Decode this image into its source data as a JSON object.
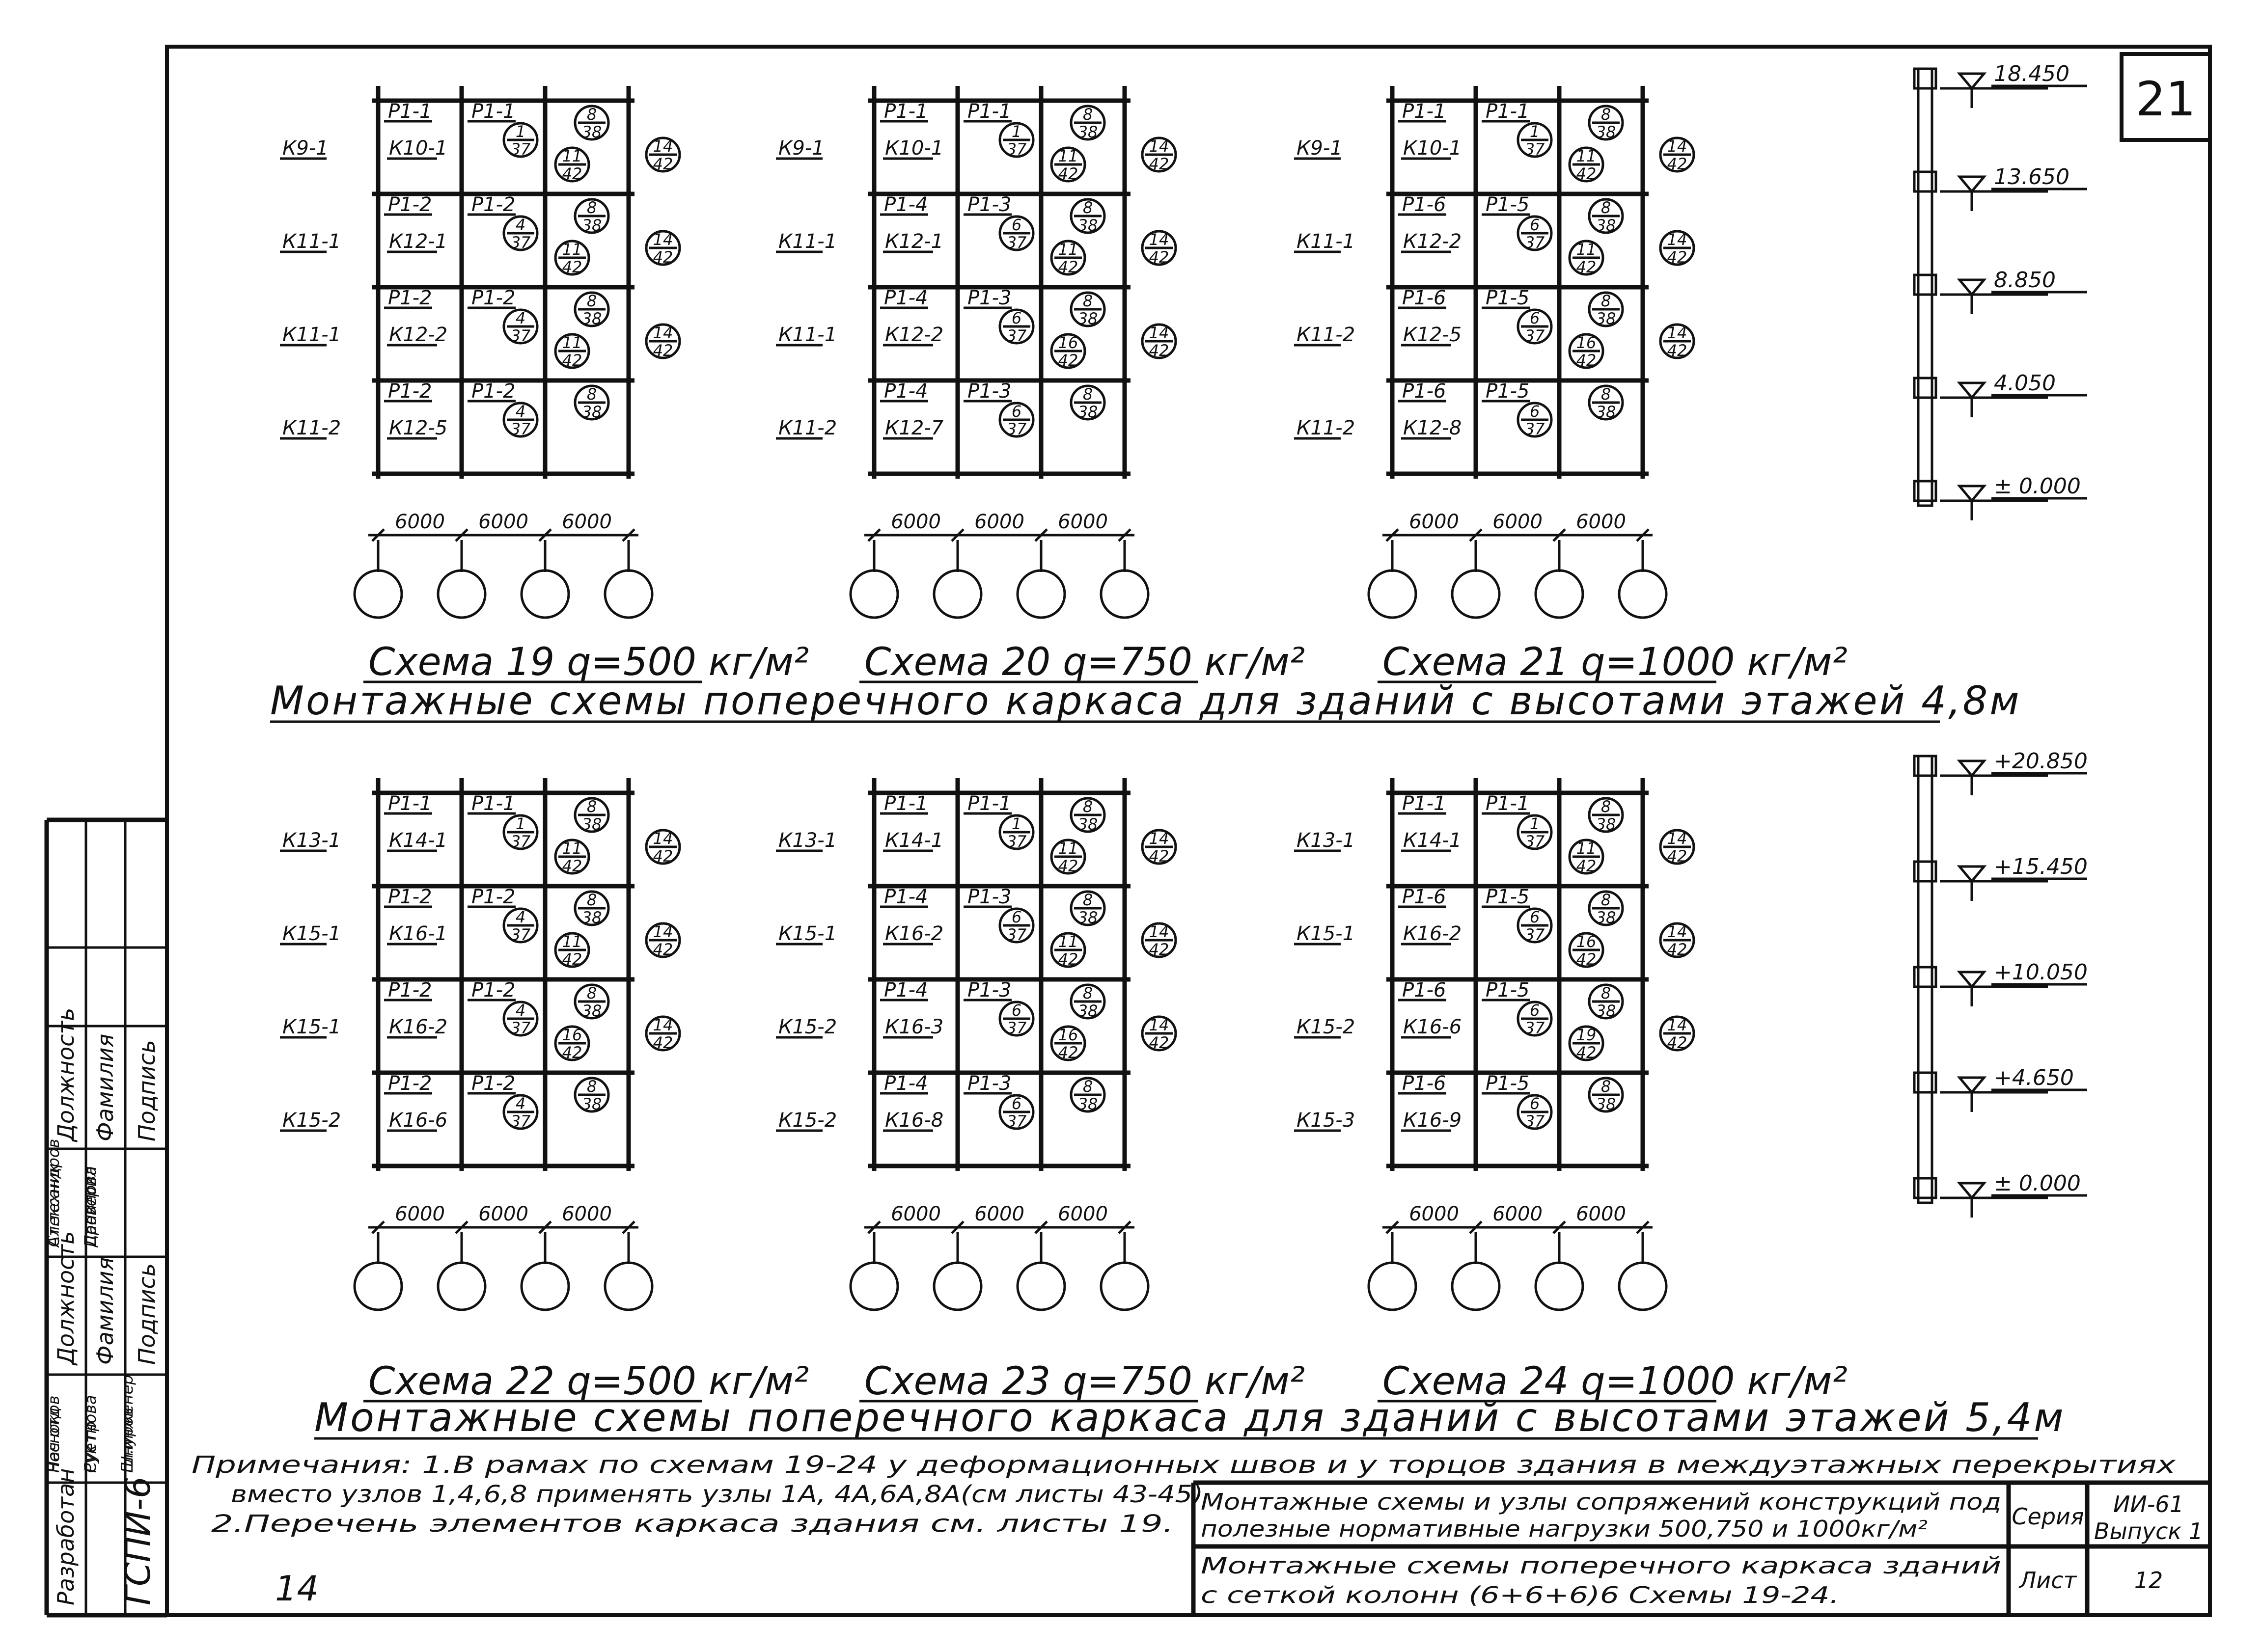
{
  "sheet_number": "21",
  "schemes": [
    {
      "id": "s19",
      "caption": "Схема 19 q=500 кг/м²",
      "columns": [
        "К9-1",
        "К11-1",
        "К11-1",
        "К11-2"
      ],
      "mid_columns": [
        "К10-1",
        "К12-1",
        "К12-2",
        "К12-5"
      ],
      "beams": [
        [
          "Р1-1",
          "Р1-1"
        ],
        [
          "Р1-2",
          "Р1-2"
        ],
        [
          "Р1-2",
          "Р1-2"
        ],
        [
          "Р1-2",
          "Р1-2"
        ]
      ],
      "nodes": [
        [
          [
            "1",
            "37"
          ],
          [
            "8",
            "38"
          ],
          [
            "11",
            "42"
          ],
          [
            "14",
            "42"
          ]
        ],
        [
          [
            "4",
            "37"
          ],
          [
            "8",
            "38"
          ],
          [
            "11",
            "42"
          ],
          [
            "14",
            "42"
          ]
        ],
        [
          [
            "4",
            "37"
          ],
          [
            "8",
            "38"
          ],
          [
            "11",
            "42"
          ],
          [
            "14",
            "42"
          ]
        ],
        [
          [
            "4",
            "37"
          ],
          [
            "8",
            "38"
          ]
        ]
      ],
      "spans": [
        "6000",
        "6000",
        "6000"
      ]
    },
    {
      "id": "s20",
      "caption": "Схема 20 q=750 кг/м²",
      "columns": [
        "К9-1",
        "К11-1",
        "К11-1",
        "К11-2"
      ],
      "mid_columns": [
        "К10-1",
        "К12-1",
        "К12-2",
        "К12-7"
      ],
      "beams": [
        [
          "Р1-1",
          "Р1-1"
        ],
        [
          "Р1-4",
          "Р1-3"
        ],
        [
          "Р1-4",
          "Р1-3"
        ],
        [
          "Р1-4",
          "Р1-3"
        ]
      ],
      "nodes": [
        [
          [
            "1",
            "37"
          ],
          [
            "8",
            "38"
          ],
          [
            "11",
            "42"
          ],
          [
            "14",
            "42"
          ]
        ],
        [
          [
            "6",
            "37"
          ],
          [
            "8",
            "38"
          ],
          [
            "11",
            "42"
          ],
          [
            "14",
            "42"
          ]
        ],
        [
          [
            "6",
            "37"
          ],
          [
            "8",
            "38"
          ],
          [
            "16",
            "42"
          ],
          [
            "14",
            "42"
          ]
        ],
        [
          [
            "6",
            "37"
          ],
          [
            "8",
            "38"
          ]
        ]
      ],
      "spans": [
        "6000",
        "6000",
        "6000"
      ]
    },
    {
      "id": "s21",
      "caption": "Схема 21 q=1000 кг/м²",
      "columns": [
        "К9-1",
        "К11-1",
        "К11-2",
        "К11-2"
      ],
      "mid_columns": [
        "К10-1",
        "К12-2",
        "К12-5",
        "К12-8"
      ],
      "beams": [
        [
          "Р1-1",
          "Р1-1"
        ],
        [
          "Р1-6",
          "Р1-5"
        ],
        [
          "Р1-6",
          "Р1-5"
        ],
        [
          "Р1-6",
          "Р1-5"
        ]
      ],
      "nodes": [
        [
          [
            "1",
            "37"
          ],
          [
            "8",
            "38"
          ],
          [
            "11",
            "42"
          ],
          [
            "14",
            "42"
          ]
        ],
        [
          [
            "6",
            "37"
          ],
          [
            "8",
            "38"
          ],
          [
            "11",
            "42"
          ],
          [
            "14",
            "42"
          ]
        ],
        [
          [
            "6",
            "37"
          ],
          [
            "8",
            "38"
          ],
          [
            "16",
            "42"
          ],
          [
            "14",
            "42"
          ]
        ],
        [
          [
            "6",
            "37"
          ],
          [
            "8",
            "38"
          ]
        ]
      ],
      "spans": [
        "6000",
        "6000",
        "6000"
      ]
    },
    {
      "id": "s22",
      "caption": "Схема 22 q=500 кг/м²",
      "columns": [
        "К13-1",
        "К15-1",
        "К15-1",
        "К15-2"
      ],
      "mid_columns": [
        "К14-1",
        "К16-1",
        "К16-2",
        "К16-6"
      ],
      "beams": [
        [
          "Р1-1",
          "Р1-1"
        ],
        [
          "Р1-2",
          "Р1-2"
        ],
        [
          "Р1-2",
          "Р1-2"
        ],
        [
          "Р1-2",
          "Р1-2"
        ]
      ],
      "nodes": [
        [
          [
            "1",
            "37"
          ],
          [
            "8",
            "38"
          ],
          [
            "11",
            "42"
          ],
          [
            "14",
            "42"
          ]
        ],
        [
          [
            "4",
            "37"
          ],
          [
            "8",
            "38"
          ],
          [
            "11",
            "42"
          ],
          [
            "14",
            "42"
          ]
        ],
        [
          [
            "4",
            "37"
          ],
          [
            "8",
            "38"
          ],
          [
            "16",
            "42"
          ],
          [
            "14",
            "42"
          ]
        ],
        [
          [
            "4",
            "37"
          ],
          [
            "8",
            "38"
          ]
        ]
      ],
      "spans": [
        "6000",
        "6000",
        "6000"
      ]
    },
    {
      "id": "s23",
      "caption": "Схема 23 q=750 кг/м²",
      "columns": [
        "К13-1",
        "К15-1",
        "К15-2",
        "К15-2"
      ],
      "mid_columns": [
        "К14-1",
        "К16-2",
        "К16-3",
        "К16-8"
      ],
      "beams": [
        [
          "Р1-1",
          "Р1-1"
        ],
        [
          "Р1-4",
          "Р1-3"
        ],
        [
          "Р1-4",
          "Р1-3"
        ],
        [
          "Р1-4",
          "Р1-3"
        ]
      ],
      "nodes": [
        [
          [
            "1",
            "37"
          ],
          [
            "8",
            "38"
          ],
          [
            "11",
            "42"
          ],
          [
            "14",
            "42"
          ]
        ],
        [
          [
            "6",
            "37"
          ],
          [
            "8",
            "38"
          ],
          [
            "11",
            "42"
          ],
          [
            "14",
            "42"
          ]
        ],
        [
          [
            "6",
            "37"
          ],
          [
            "8",
            "38"
          ],
          [
            "16",
            "42"
          ],
          [
            "14",
            "42"
          ]
        ],
        [
          [
            "6",
            "37"
          ],
          [
            "8",
            "38"
          ]
        ]
      ],
      "spans": [
        "6000",
        "6000",
        "6000"
      ]
    },
    {
      "id": "s24",
      "caption": "Схема 24 q=1000 кг/м²",
      "columns": [
        "К13-1",
        "К15-1",
        "К15-2",
        "К15-3"
      ],
      "mid_columns": [
        "К14-1",
        "К16-2",
        "К16-6",
        "К16-9"
      ],
      "beams": [
        [
          "Р1-1",
          "Р1-1"
        ],
        [
          "Р1-6",
          "Р1-5"
        ],
        [
          "Р1-6",
          "Р1-5"
        ],
        [
          "Р1-6",
          "Р1-5"
        ]
      ],
      "nodes": [
        [
          [
            "1",
            "37"
          ],
          [
            "8",
            "38"
          ],
          [
            "11",
            "42"
          ],
          [
            "14",
            "42"
          ]
        ],
        [
          [
            "6",
            "37"
          ],
          [
            "8",
            "38"
          ],
          [
            "16",
            "42"
          ],
          [
            "14",
            "42"
          ]
        ],
        [
          [
            "6",
            "37"
          ],
          [
            "8",
            "38"
          ],
          [
            "19",
            "42"
          ],
          [
            "14",
            "42"
          ]
        ],
        [
          [
            "6",
            "37"
          ],
          [
            "8",
            "38"
          ]
        ]
      ],
      "spans": [
        "6000",
        "6000",
        "6000"
      ]
    }
  ],
  "section_titles": {
    "upper": "Монтажные схемы поперечного каркаса для зданий с высотами этажей 4,8м",
    "lower": "Монтажные схемы поперечного каркаса для зданий с высотами этажей 5,4м"
  },
  "elevations_upper": [
    "18.450",
    "13.650",
    "8.850",
    "4.050",
    "± 0.000"
  ],
  "elevations_lower": [
    "+20.850",
    "+15.450",
    "+10.050",
    "+4.650",
    "± 0.000"
  ],
  "notes": {
    "line1": "Примечания: 1.В рамах по схемам 19-24 у деформационных швов и у торцов здания в междуэтажных перекрытиях",
    "line2": "вместо узлов 1,4,6,8 применять узлы 1А, 4А,6А,8А(см листы 43-45)",
    "line3": "2.Перечень элементов каркаса здания см. листы 19."
  },
  "title_block": {
    "project_line1": "Монтажные схемы и узлы сопряжений конструкций под",
    "project_line2": "полезные нормативные нагрузки 500,750 и 1000кг/м²",
    "sheet_line1": "Монтажные схемы поперечного каркаса зданий",
    "sheet_line2": "с сеткой колонн (6+6+6)6 Схемы 19-24.",
    "series_label": "Серия",
    "series_value": "ИИ-61",
    "issue_value": "Выпуск 1",
    "sheet_label": "Лист",
    "sheet_value": "12",
    "org": "ГСПИ-6",
    "developer_label": "Разработан",
    "page_mark": "14"
  },
  "signature_table": {
    "headers": [
      "Должность",
      "Фамилия",
      "Подпись",
      "Должность",
      "Фамилия",
      "Подпись"
    ],
    "rows": [
      [
        "Нач отд",
        "Чесноков",
        "",
        "Ст.техник",
        "Александров",
        ""
      ],
      [
        "Рук гр",
        "Суетнова",
        "",
        "Проверил",
        "Данилова",
        ""
      ],
      [
        "Гл.инженер",
        "Шнуров",
        "",
        "",
        "",
        ""
      ]
    ]
  }
}
